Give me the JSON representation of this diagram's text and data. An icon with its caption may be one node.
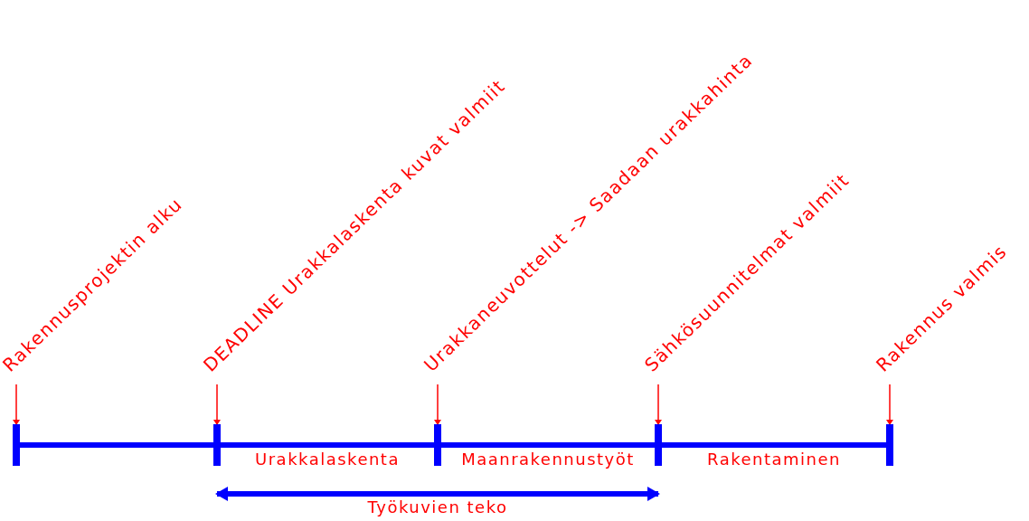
{
  "diagram": {
    "nodes": [
      {
        "text": [
          "Rakennusprojektin alku"
        ]
      },
      {
        "text": [
          "DEADLINE Urakkalaskenta kuvat valmiit"
        ]
      },
      {
        "text": [
          "Urakkaneuvottelut -> Saadaan urakkahinta"
        ]
      },
      {
        "text": [
          "Sähkösuunnitelmat valmiit"
        ]
      },
      {
        "text": [
          "Rakennus valmis"
        ]
      },
      {
        "text": [],
        "shape": "bar"
      },
      {
        "text": [],
        "shape": "bar"
      },
      {
        "text": [],
        "shape": "bar"
      },
      {
        "text": [],
        "shape": "bar"
      },
      {
        "text": [],
        "shape": "bar"
      }
    ],
    "edges": [
      {
        "from": 0,
        "to": 5,
        "arrow": "to"
      },
      {
        "from": 1,
        "to": 6,
        "arrow": "to"
      },
      {
        "from": 2,
        "to": 7,
        "arrow": "to"
      },
      {
        "from": 3,
        "to": 8,
        "arrow": "to"
      },
      {
        "from": 4,
        "to": 9,
        "arrow": "to"
      },
      {
        "from": 5,
        "to": 6,
        "arrow": "none",
        "style": "thick",
        "color": "#0000ff"
      },
      {
        "from": 6,
        "to": 7,
        "arrow": "none",
        "label": "Urakkalaskenta",
        "style": "thick",
        "color": "#0000ff"
      },
      {
        "from": 7,
        "to": 8,
        "arrow": "none",
        "label": "Maanrakennustyöt",
        "style": "thick",
        "color": "#0000ff"
      },
      {
        "from": 8,
        "to": 9,
        "arrow": "none",
        "label": "Rakentaminen",
        "style": "thick",
        "color": "#0000ff"
      },
      {
        "from": 6,
        "to": 8,
        "arrow": "both",
        "label": "Työkuvien teko",
        "style": "thick",
        "color": "#0000ff"
      }
    ]
  }
}
